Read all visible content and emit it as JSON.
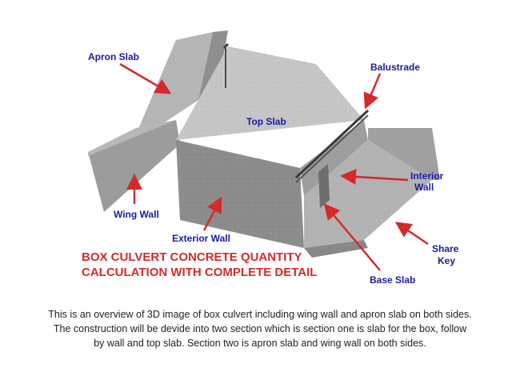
{
  "diagram": {
    "labels": {
      "apron_slab": "Apron Slab",
      "balustrade": "Balustrade",
      "top_slab": "Top Slab",
      "interior_wall_line1": "Interior",
      "interior_wall_line2": "Wall",
      "wing_wall": "Wing Wall",
      "exterior_wall": "Exterior Wall",
      "share_key_line1": "Share",
      "share_key_line2": "Key",
      "base_slab": "Base Slab"
    },
    "title_line1": "BOX CULVERT CONCRETE QUANTITY",
    "title_line2": "CALCULATION WITH COMPLETE DETAIL",
    "colors": {
      "label": "#1a1aa8",
      "arrow": "#d42a2a",
      "title": "#d42a2a",
      "concrete_light": "#c9c9c9",
      "concrete_mid": "#a8a8a8",
      "concrete_dark": "#7a7a7a"
    }
  },
  "caption": {
    "line1": "This is an overview of 3D image of box culvert including wing wall and apron slab on both sides.",
    "line2": "The construction will be devide into two section which is section one is slab for the box, follow",
    "line3": "by wall and top slab. Section two is apron slab and wing wall on both sides."
  }
}
